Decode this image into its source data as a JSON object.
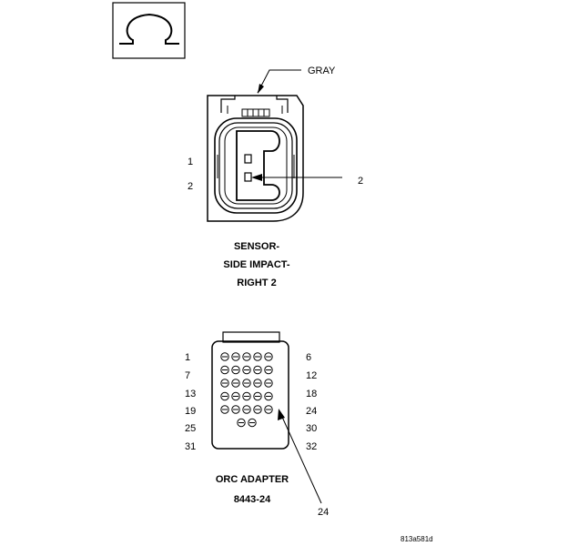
{
  "ohm_symbol": {
    "icon": "ohm-icon",
    "glyph": "Ω"
  },
  "sensor_connector": {
    "wire_color_label": "GRAY",
    "pin_labels": [
      "1",
      "2"
    ],
    "callout_label": "2",
    "title_lines": [
      "SENSOR-",
      "SIDE IMPACT-",
      "RIGHT 2"
    ]
  },
  "orc_adapter": {
    "left_pin_labels": [
      "1",
      "7",
      "13",
      "19",
      "25",
      "31"
    ],
    "right_pin_labels": [
      "6",
      "12",
      "18",
      "24",
      "30",
      "32"
    ],
    "callout_label": "24",
    "title_lines": [
      "ORC ADAPTER",
      "8443-24"
    ]
  },
  "figure_id": "813a581d"
}
